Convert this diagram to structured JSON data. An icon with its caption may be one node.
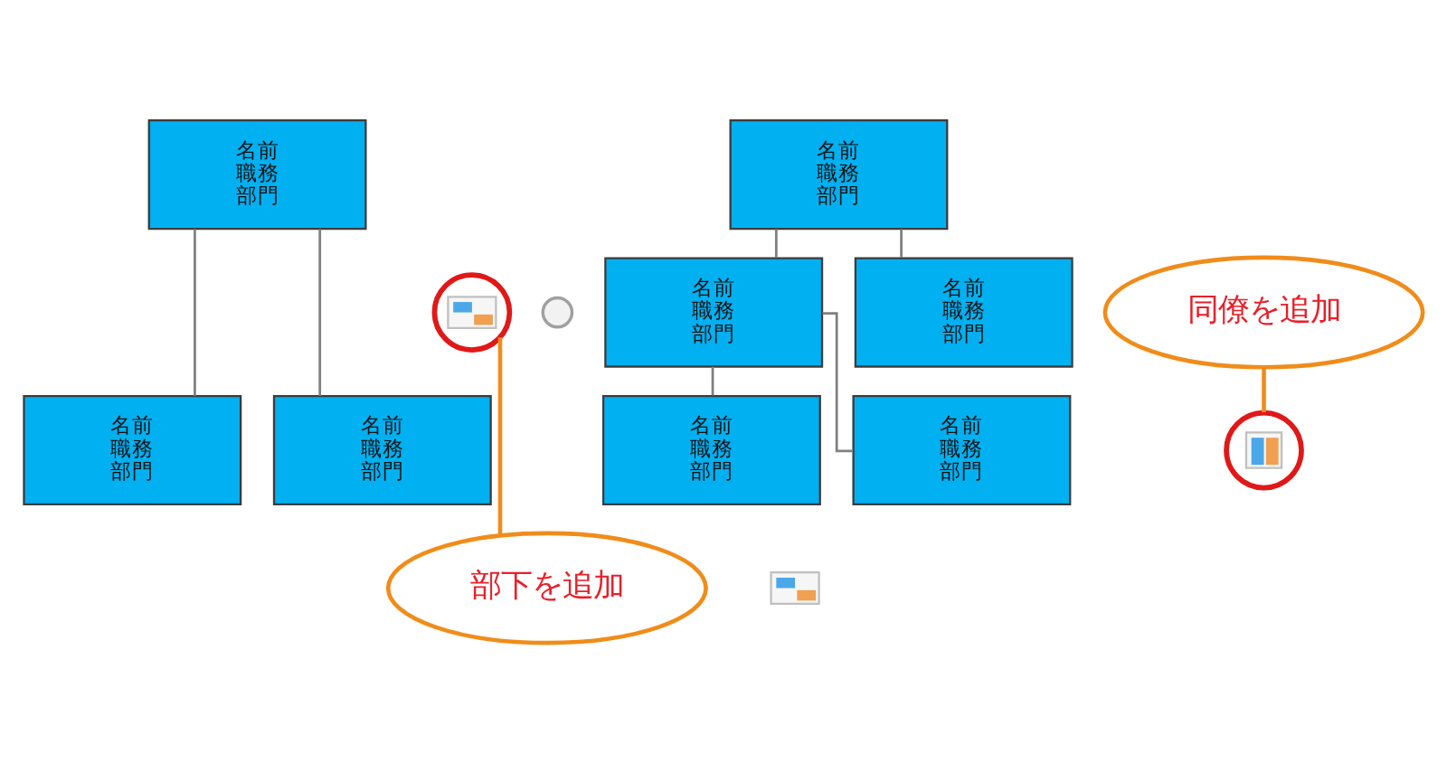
{
  "diagram": {
    "nodes": [
      {
        "text": [
          "名前",
          "職務",
          "部門"
        ]
      },
      {
        "text": [
          "名前",
          "職務",
          "部門"
        ]
      },
      {
        "text": [
          "名前",
          "職務",
          "部門"
        ]
      },
      {
        "text": [],
        "shape": "picture"
      },
      {
        "text": [],
        "shape": "circle"
      },
      {
        "text": [
          "部下を追加"
        ]
      },
      {
        "text": [
          "名前",
          "職務",
          "部門"
        ]
      },
      {
        "text": [
          "名前",
          "職務",
          "部門"
        ]
      },
      {
        "text": [
          "名前",
          "職務",
          "部門"
        ]
      },
      {
        "text": [
          "名前",
          "職務",
          "部門"
        ]
      },
      {
        "text": [
          "名前",
          "職務",
          "部門"
        ]
      },
      {
        "text": [],
        "shape": "picture"
      },
      {
        "text": [],
        "shape": "picture"
      },
      {
        "text": [
          "同僚を追加"
        ]
      }
    ],
    "edges": [
      {
        "from": 0,
        "to": 1,
        "arrow": "none"
      },
      {
        "from": 0,
        "to": 2,
        "arrow": "none"
      },
      {
        "from": 5,
        "to": 3,
        "arrow": "none",
        "color": "#f08c1a"
      },
      {
        "from": 6,
        "to": 7,
        "arrow": "none"
      },
      {
        "from": 6,
        "to": 8,
        "arrow": "none"
      },
      {
        "from": 7,
        "to": 9,
        "arrow": "none"
      },
      {
        "from": 7,
        "to": 10,
        "arrow": "none"
      },
      {
        "from": 13,
        "to": 11,
        "arrow": "none",
        "color": "#f08c1a"
      }
    ]
  }
}
